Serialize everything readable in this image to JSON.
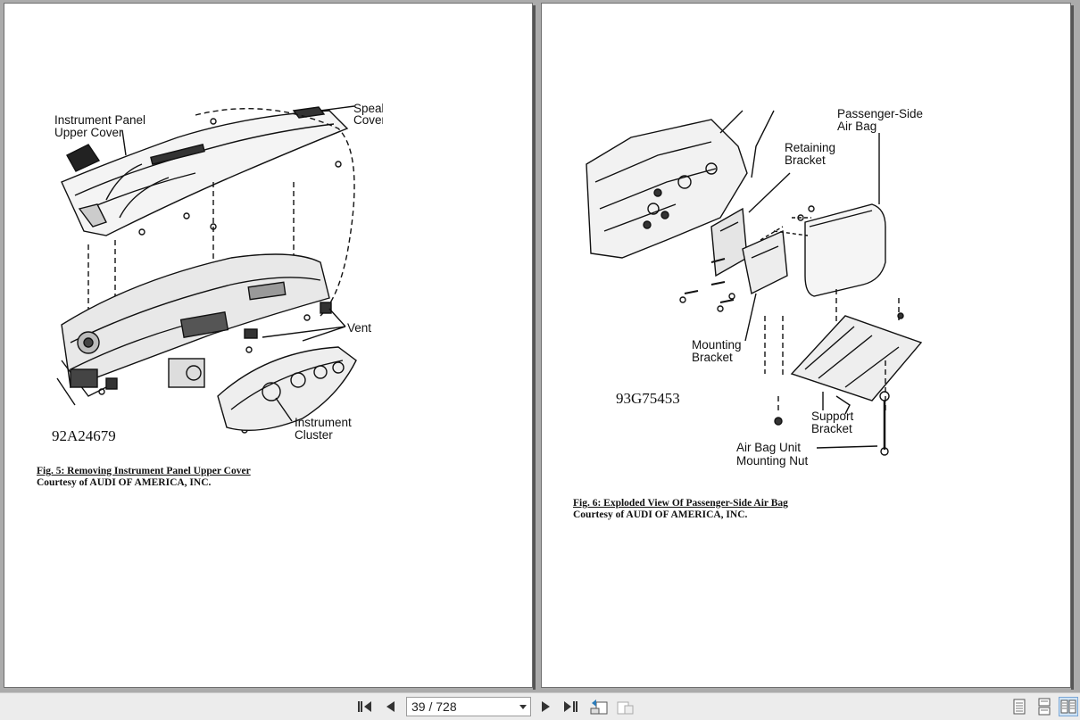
{
  "left_page": {
    "figure": {
      "code": "92A24679",
      "labels": {
        "upper_cover_1": "Instrument Panel",
        "upper_cover_2": "Upper Cover",
        "speaker_1": "Speaker",
        "speaker_2": "Cover",
        "vent": "Vent",
        "cluster_1": "Instrument",
        "cluster_2": "Cluster"
      }
    },
    "caption_title": "Fig. 5: Removing Instrument Panel Upper Cover",
    "caption_courtesy": "Courtesy of AUDI OF AMERICA, INC."
  },
  "right_page": {
    "figure": {
      "code": "93G75453",
      "labels": {
        "airbag_1": "Passenger-Side",
        "airbag_2": "Air Bag",
        "retaining_1": "Retaining",
        "retaining_2": "Bracket",
        "mounting_1": "Mounting",
        "mounting_2": "Bracket",
        "support_1": "Support",
        "support_2": "Bracket",
        "nut_1": "Air Bag Unit",
        "nut_2": "Mounting Nut"
      }
    },
    "caption_title": "Fig. 6: Exploded View Of Passenger-Side Air Bag",
    "caption_courtesy": "Courtesy of AUDI OF AMERICA, INC."
  },
  "toolbar": {
    "page_indicator": "39 / 728",
    "icons": [
      "first-page-icon",
      "prev-page-icon",
      "next-page-icon",
      "last-page-icon",
      "go-back-icon",
      "go-forward-icon",
      "single-page-icon",
      "continuous-page-icon",
      "facing-pages-icon"
    ]
  }
}
